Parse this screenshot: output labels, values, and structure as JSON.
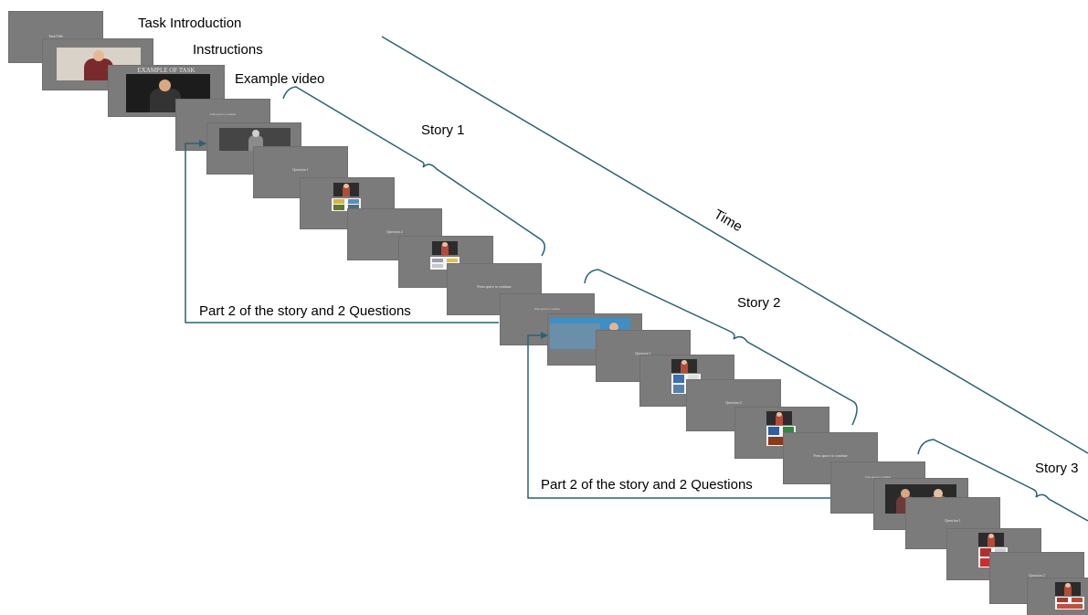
{
  "labels": {
    "task_introduction": "Task Introduction",
    "instructions": "Instructions",
    "example_video": "Example video",
    "story_1": "Story 1",
    "story_2": "Story 2",
    "story_3": "Story 3",
    "time": "Time",
    "part2_story1": "Part 2 of the story and 2 Questions",
    "part2_story2": "Part 2 of the story and 2 Questions"
  },
  "slides": {
    "intro_title": "Task Title",
    "example_title": "EXAMPLE OF TASK",
    "question_1": "Question 1",
    "question_2": "Question 2",
    "continue_text": "Press space to continue"
  },
  "colors": {
    "slide": "#7b7b7b",
    "connector": "#2a6275",
    "background": "#ffffff"
  }
}
